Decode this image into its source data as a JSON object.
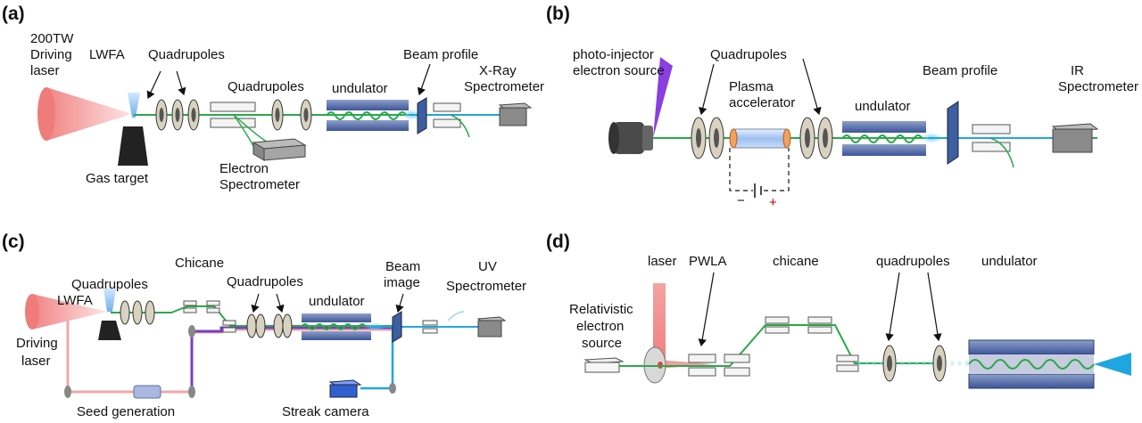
{
  "panels": {
    "a": {
      "tag": "(a)",
      "labels": {
        "laser_1": "200TW",
        "laser_2": "Driving",
        "laser_3": "laser",
        "lwfa": "LWFA",
        "quad_1": "Quadrupoles",
        "quad_2": "Quadrupoles",
        "undulator": "undulator",
        "beam_profile": "Beam profile",
        "xray_1": "X-Ray",
        "xray_2": "Spectrometer",
        "gas_target": "Gas target",
        "espec_1": "Electron",
        "espec_2": "Spectrometer"
      }
    },
    "b": {
      "tag": "(b)",
      "labels": {
        "source_1": "photo-injector",
        "source_2": "electron source",
        "quad": "Quadrupoles",
        "plasma_1": "Plasma",
        "plasma_2": "accelerator",
        "undulator": "undulator",
        "beam_profile": "Beam profile",
        "ir_1": "IR",
        "ir_2": "Spectrometer",
        "minus": "−",
        "plus": "+"
      }
    },
    "c": {
      "tag": "(c)",
      "labels": {
        "chicane": "Chicane",
        "quad_1": "Quadrupoles",
        "quad_2": "Quadrupoles",
        "beam_image_1": "Beam",
        "beam_image_2": "image",
        "uv_1": "UV",
        "uv_2": "Spectrometer",
        "lwfa": "LWFA",
        "undulator": "undulator",
        "driving_1": "Driving",
        "driving_2": "laser",
        "seed": "Seed generation",
        "streak": "Streak camera"
      }
    },
    "d": {
      "tag": "(d)",
      "labels": {
        "laser": "laser",
        "pwla": "PWLA",
        "chicane": "chicane",
        "quads": "quadrupoles",
        "undulator": "undulator",
        "rel_1": "Relativistic",
        "rel_2": "electron",
        "rel_3": "source"
      }
    }
  },
  "colors": {
    "electron_beam": "#2aa84a",
    "photon_beam": "#1fa6e0",
    "laser": "#f2a0a0",
    "seed_laser": "#7a3fc0",
    "injector_cone": "#8a3fe0",
    "magnet_blue": "#3b5fa0",
    "spectrometer_gray": "#666666",
    "minus_sign": "#111111",
    "plus_sign": "#c00000"
  }
}
